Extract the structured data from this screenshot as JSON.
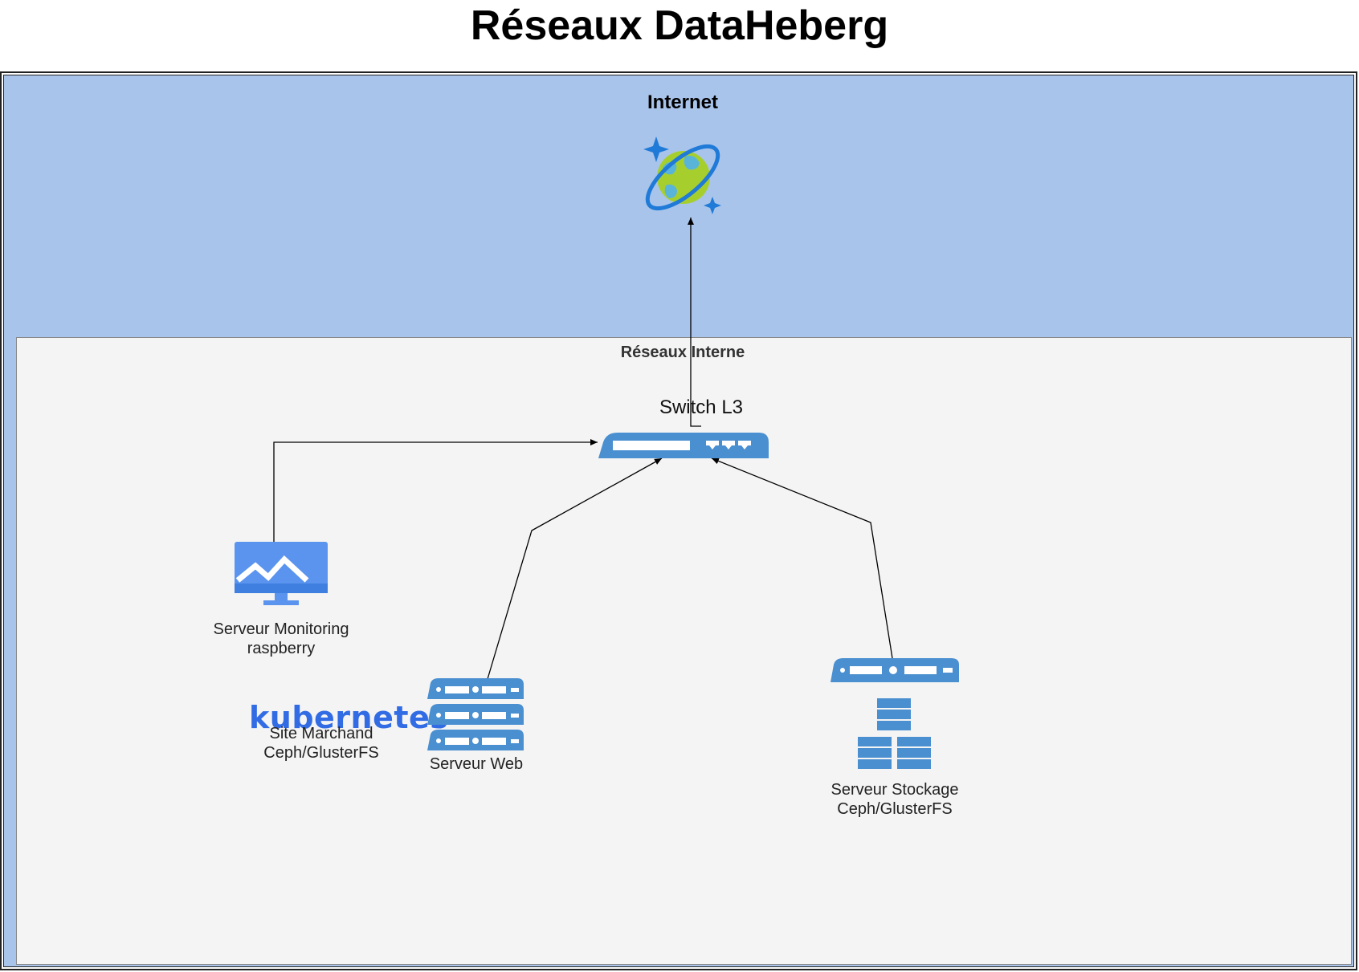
{
  "title": "Réseaux DataHeberg",
  "zones": {
    "internet": "Internet",
    "internal": "Réseaux Interne"
  },
  "nodes": {
    "switch": "Switch L3",
    "monitoring": [
      "Serveur Monitoring",
      "raspberry"
    ],
    "site": [
      "Site Marchand",
      "Ceph/GlusterFS"
    ],
    "web": "Serveur Web",
    "storage": [
      "Serveur Stockage",
      "Ceph/GlusterFS"
    ],
    "kubernetes_logo": "kubernetes"
  },
  "colors": {
    "internet_zone": "#a9c4ea",
    "internal_zone": "#f4f4f4",
    "device_blue": "#4a8fd0",
    "monitor_blue": "#5a94ef",
    "kubernetes_blue": "#326ce5"
  },
  "icons": [
    "cosmos-globe-icon",
    "switch-icon",
    "monitor-icon",
    "web-server-icon",
    "storage-server-icon"
  ],
  "links": [
    {
      "from": "switch",
      "to": "internet"
    },
    {
      "from": "monitoring",
      "to": "switch"
    },
    {
      "from": "web",
      "to": "switch"
    },
    {
      "from": "storage",
      "to": "switch"
    }
  ]
}
